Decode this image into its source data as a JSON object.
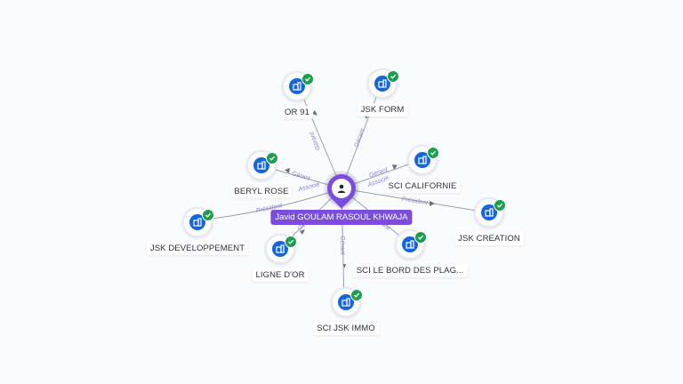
{
  "person": {
    "name": "Javid GOULAM RASOUL KHWAJA",
    "icon": "person-icon"
  },
  "companies": [
    {
      "id": "or91",
      "label": "OR 91",
      "icon": "building-icon",
      "status": "verified"
    },
    {
      "id": "jskform",
      "label": "JSK FORM",
      "icon": "building-icon",
      "status": "verified"
    },
    {
      "id": "berylrose",
      "label": "BERYL ROSE",
      "icon": "building-icon",
      "status": "verified"
    },
    {
      "id": "scicalifornie",
      "label": "SCI CALIFORNIE",
      "icon": "building-icon",
      "status": "verified"
    },
    {
      "id": "jskdev",
      "label": "JSK DEVELOPPEMENT",
      "icon": "building-icon",
      "status": "verified"
    },
    {
      "id": "jskcreation",
      "label": "JSK CREATION",
      "icon": "building-icon",
      "status": "verified"
    },
    {
      "id": "lignedor",
      "label": "LIGNE D'OR",
      "icon": "building-icon",
      "status": "verified"
    },
    {
      "id": "scilebord",
      "label": "SCI LE BORD DES PLAG...",
      "icon": "building-icon",
      "status": "verified"
    },
    {
      "id": "scijskimmo",
      "label": "SCI JSK IMMO",
      "icon": "building-icon",
      "status": "verified"
    }
  ],
  "relations": {
    "or91": "Gérant",
    "jskform": "Gérant",
    "berylrose": "Gérant",
    "berylrose_2": "Associé",
    "scicalifornie": "Gérant",
    "scicalifornie_2": "Associé",
    "jskdev": "Président",
    "jskcreation": "Président",
    "lignedor": "Gérant",
    "scilebord": "Gérant",
    "scijskimmo": "Gérant"
  },
  "colors": {
    "person": "#7a4dde",
    "company": "#1565e0",
    "verified": "#1e9e4f",
    "edge": "#9aa0ad",
    "edge_label": "#8a87c7"
  }
}
